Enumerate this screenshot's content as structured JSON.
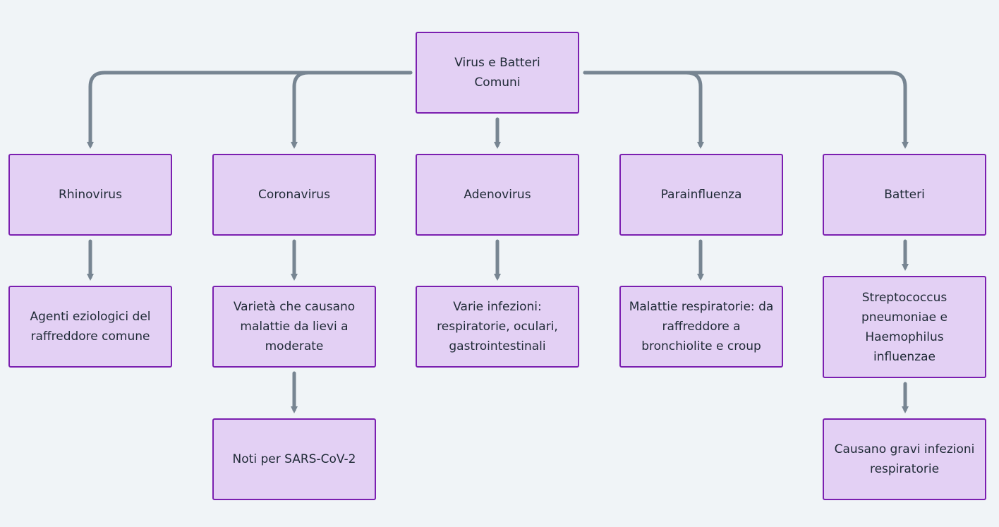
{
  "colors": {
    "background": "#f0f4f7",
    "node_fill": "#e3d0f4",
    "node_border": "#7b1fb0",
    "edge": "#778592",
    "text": "#1f2a36"
  },
  "nodes": {
    "root": "Virus e Batteri Comuni",
    "rhinovirus": "Rhinovirus",
    "coronavirus": "Coronavirus",
    "adenovirus": "Adenovirus",
    "parainfluenza": "Parainfluenza",
    "batteri": "Batteri",
    "rhinovirus_desc": "Agenti eziologici del raffreddore comune",
    "coronavirus_desc": "Varietà che causano malattie da lievi a moderate",
    "coronavirus_note": "Noti per SARS-CoV-2",
    "adenovirus_desc": "Varie infezioni: respiratorie, oculari, gastrointestinali",
    "parainfluenza_desc": "Malattie respiratorie: da raffreddore a bronchiolite e croup",
    "batteri_desc": "Streptococcus pneumoniae e Haemophilus influenzae",
    "batteri_effect": "Causano gravi infezioni respiratorie"
  },
  "edges": [
    {
      "from": "root",
      "to": "rhinovirus"
    },
    {
      "from": "root",
      "to": "coronavirus"
    },
    {
      "from": "root",
      "to": "adenovirus"
    },
    {
      "from": "root",
      "to": "parainfluenza"
    },
    {
      "from": "root",
      "to": "batteri"
    },
    {
      "from": "rhinovirus",
      "to": "rhinovirus_desc"
    },
    {
      "from": "coronavirus",
      "to": "coronavirus_desc"
    },
    {
      "from": "coronavirus_desc",
      "to": "coronavirus_note"
    },
    {
      "from": "adenovirus",
      "to": "adenovirus_desc"
    },
    {
      "from": "parainfluenza",
      "to": "parainfluenza_desc"
    },
    {
      "from": "batteri",
      "to": "batteri_desc"
    },
    {
      "from": "batteri_desc",
      "to": "batteri_effect"
    }
  ]
}
